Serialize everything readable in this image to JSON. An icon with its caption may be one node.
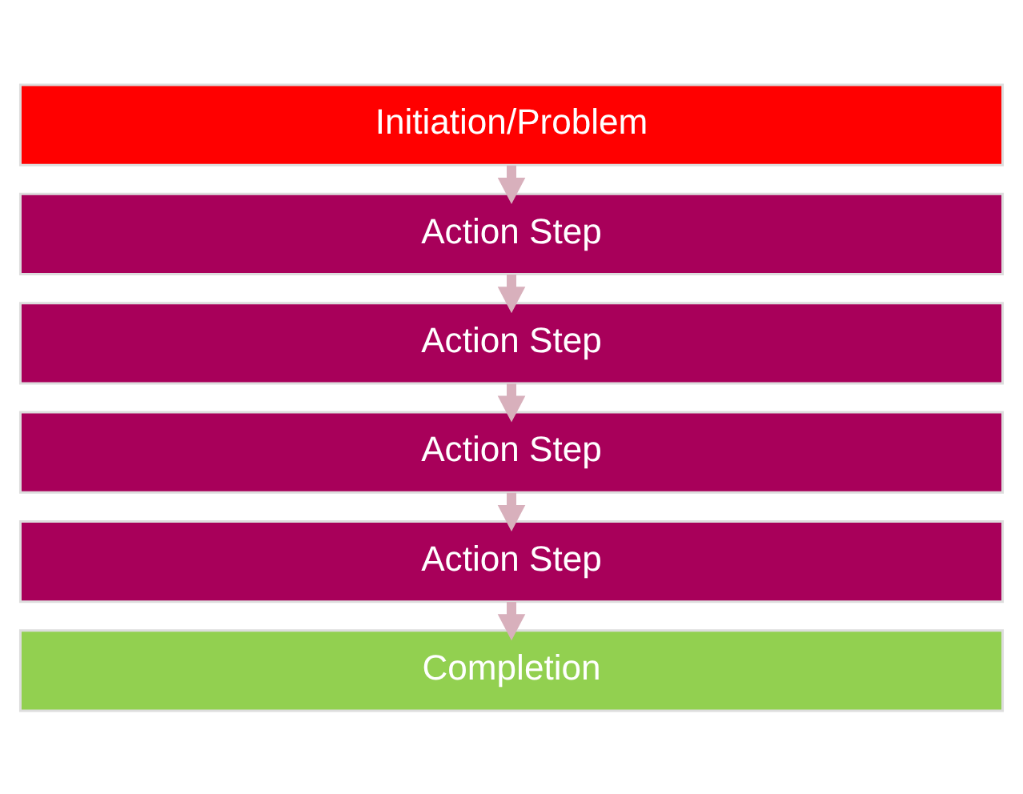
{
  "diagram": {
    "nodes": [
      {
        "text": [
          "Initiation/Problem"
        ]
      },
      {
        "text": [
          "Action Step"
        ]
      },
      {
        "text": [
          "Action Step"
        ]
      },
      {
        "text": [
          "Action Step"
        ]
      },
      {
        "text": [
          "Action Step"
        ]
      },
      {
        "text": [
          "Completion"
        ]
      }
    ],
    "edges": [
      {
        "from": 0,
        "to": 1,
        "arrow": "to"
      },
      {
        "from": 1,
        "to": 2,
        "arrow": "to"
      },
      {
        "from": 2,
        "to": 3,
        "arrow": "to"
      },
      {
        "from": 3,
        "to": 4,
        "arrow": "to"
      },
      {
        "from": 4,
        "to": 5,
        "arrow": "to"
      }
    ]
  }
}
